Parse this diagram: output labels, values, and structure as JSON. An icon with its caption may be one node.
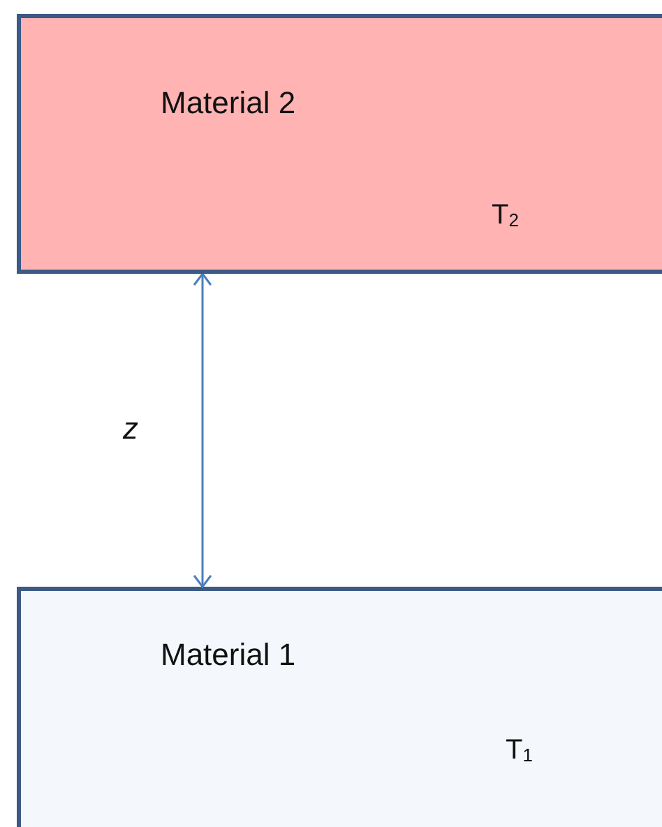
{
  "diagram": {
    "nodes": [
      {
        "text": [
          "Material 2",
          "T$_{2}$"
        ]
      },
      {
        "text": [
          "Material 1",
          "T$_{1}$"
        ]
      }
    ],
    "edges": [
      {
        "from": 0,
        "to": 1,
        "arrow": "both",
        "label": "z"
      }
    ]
  }
}
